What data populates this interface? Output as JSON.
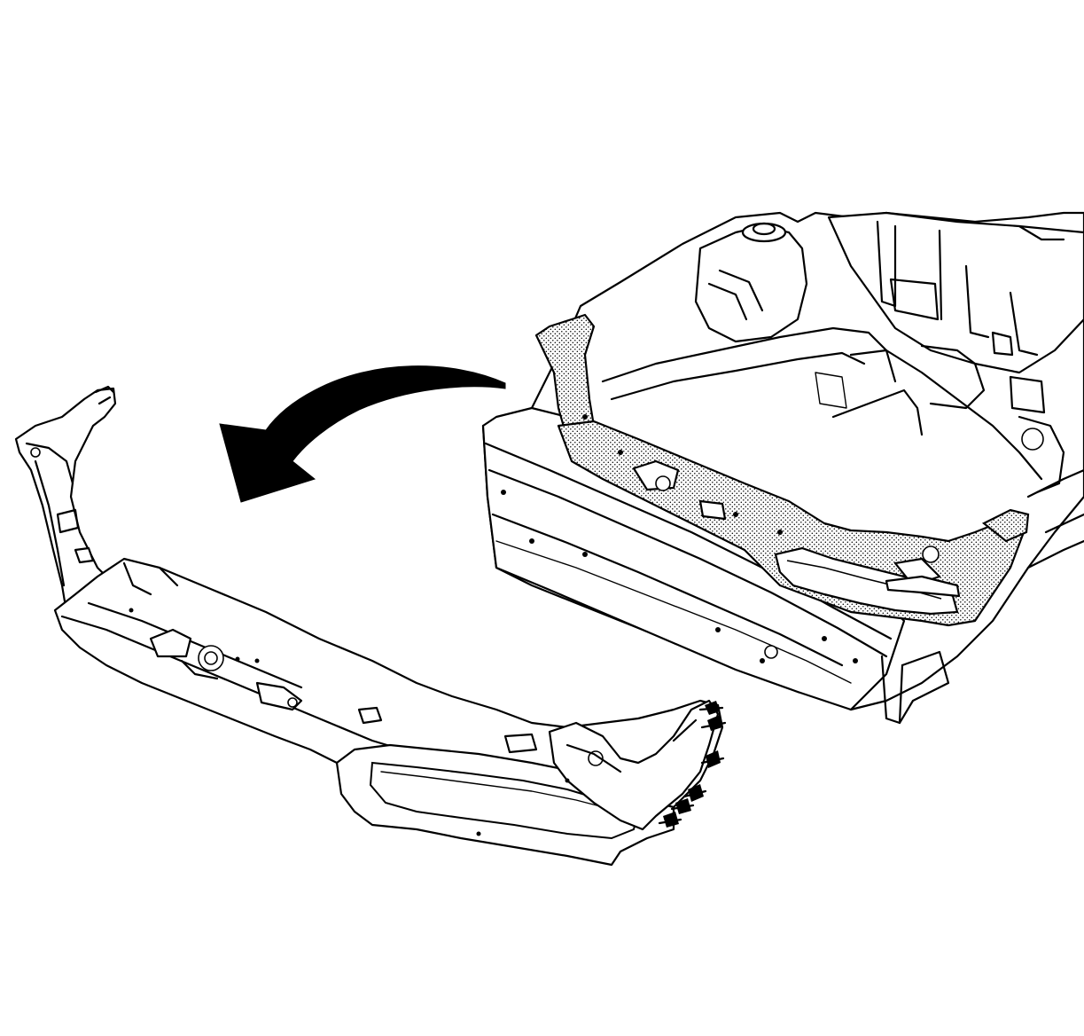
{
  "diagram": {
    "type": "technical-illustration",
    "subject": "front-end-structure",
    "components": [
      {
        "id": "radiator-support-removed",
        "role": "removed-part"
      },
      {
        "id": "vehicle-front-structure",
        "role": "vehicle-body"
      },
      {
        "id": "radiator-support-installed",
        "role": "highlighted-part",
        "fill_pattern": "stipple"
      },
      {
        "id": "removal-arrow",
        "role": "direction-indicator",
        "direction": "toward-removed-part"
      }
    ],
    "colors": {
      "line": "#000000",
      "background": "#ffffff",
      "highlight_pattern": "#000000"
    },
    "icons": [
      "curved-arrow-icon",
      "weld-mark-icon"
    ]
  }
}
